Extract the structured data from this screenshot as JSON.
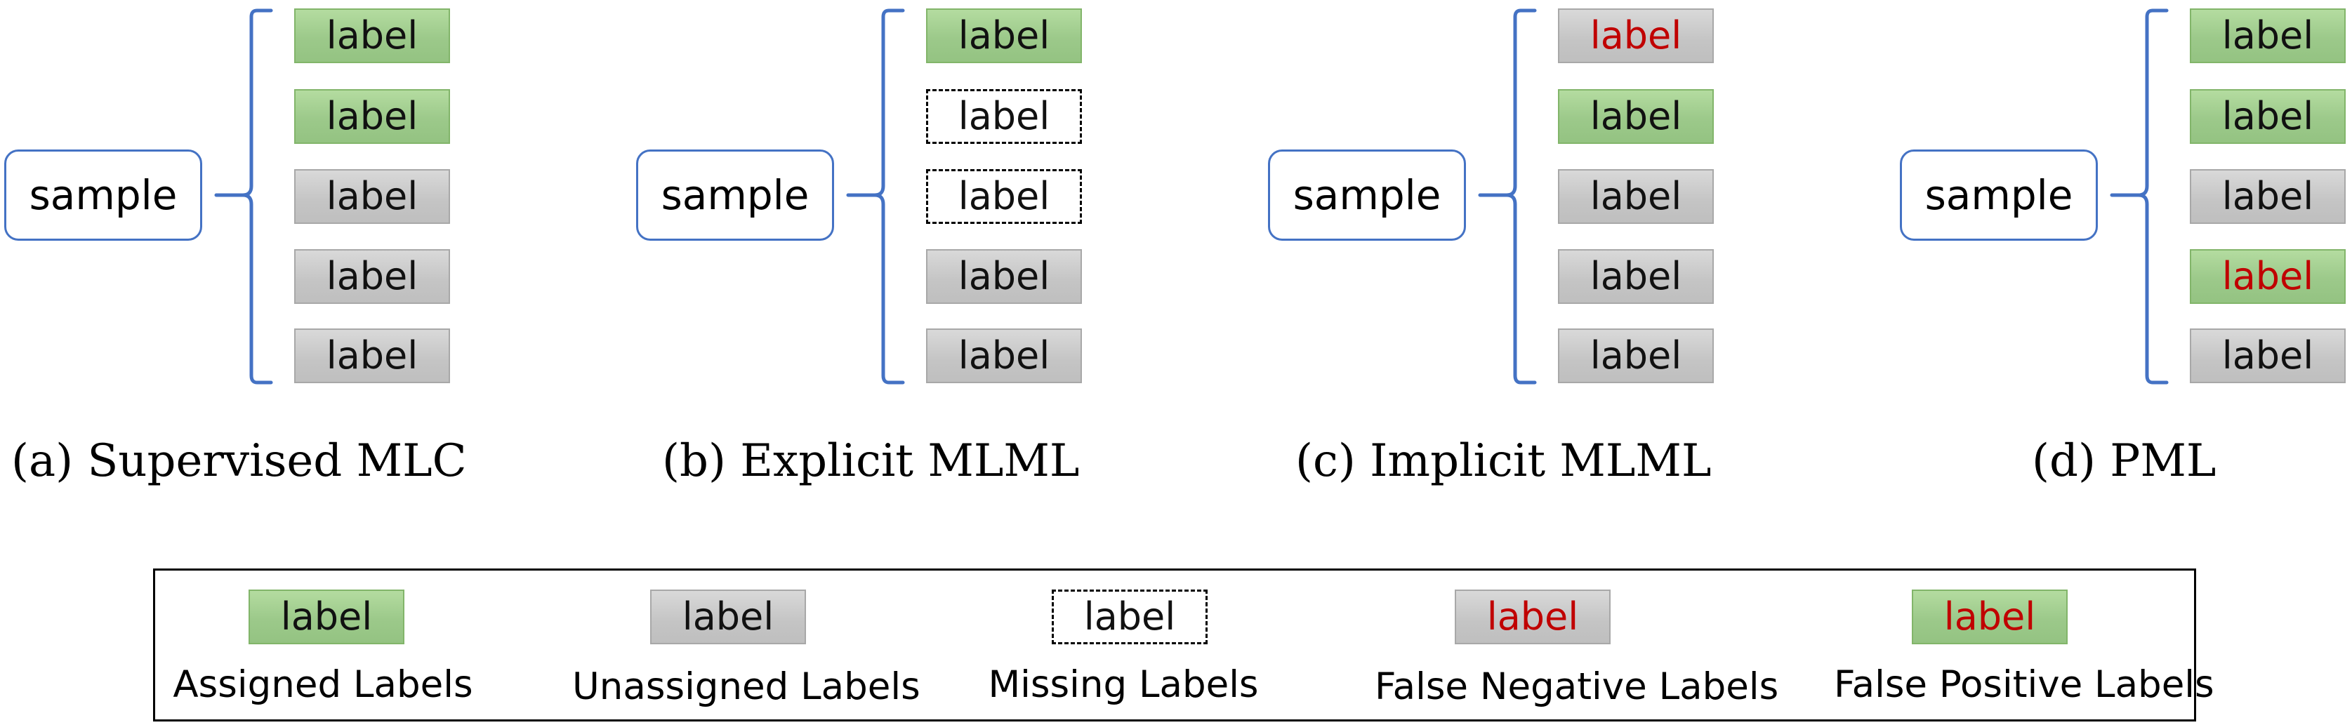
{
  "panels": [
    {
      "sample_text": "sample",
      "caption": "(a) Supervised MLC",
      "labels": [
        {
          "text": "label",
          "status": "assigned"
        },
        {
          "text": "label",
          "status": "assigned"
        },
        {
          "text": "label",
          "status": "unassigned"
        },
        {
          "text": "label",
          "status": "unassigned"
        },
        {
          "text": "label",
          "status": "unassigned"
        }
      ]
    },
    {
      "sample_text": "sample",
      "caption": "(b) Explicit MLML",
      "labels": [
        {
          "text": "label",
          "status": "assigned"
        },
        {
          "text": "label",
          "status": "missing"
        },
        {
          "text": "label",
          "status": "missing"
        },
        {
          "text": "label",
          "status": "unassigned"
        },
        {
          "text": "label",
          "status": "unassigned"
        }
      ]
    },
    {
      "sample_text": "sample",
      "caption": "(c) Implicit MLML",
      "labels": [
        {
          "text": "label",
          "status": "false-negative"
        },
        {
          "text": "label",
          "status": "assigned"
        },
        {
          "text": "label",
          "status": "unassigned"
        },
        {
          "text": "label",
          "status": "unassigned"
        },
        {
          "text": "label",
          "status": "unassigned"
        }
      ]
    },
    {
      "sample_text": "sample",
      "caption": "(d) PML",
      "labels": [
        {
          "text": "label",
          "status": "assigned"
        },
        {
          "text": "label",
          "status": "assigned"
        },
        {
          "text": "label",
          "status": "unassigned"
        },
        {
          "text": "label",
          "status": "false-positive"
        },
        {
          "text": "label",
          "status": "unassigned"
        }
      ]
    }
  ],
  "legend": [
    {
      "swatch_text": "label",
      "status": "assigned",
      "description": "Assigned Labels"
    },
    {
      "swatch_text": "label",
      "status": "unassigned",
      "description": "Unassigned Labels"
    },
    {
      "swatch_text": "label",
      "status": "missing",
      "description": "Missing Labels"
    },
    {
      "swatch_text": "label",
      "status": "false-negative",
      "description": "False Negative Labels"
    },
    {
      "swatch_text": "label",
      "status": "false-positive",
      "description": "False Positive Labels"
    }
  ],
  "colors": {
    "connector_blue": "#4472c4",
    "assigned_green": "#a9d18e",
    "unassigned_gray": "#c9c9c9",
    "wrong_label_red": "#c00000"
  }
}
